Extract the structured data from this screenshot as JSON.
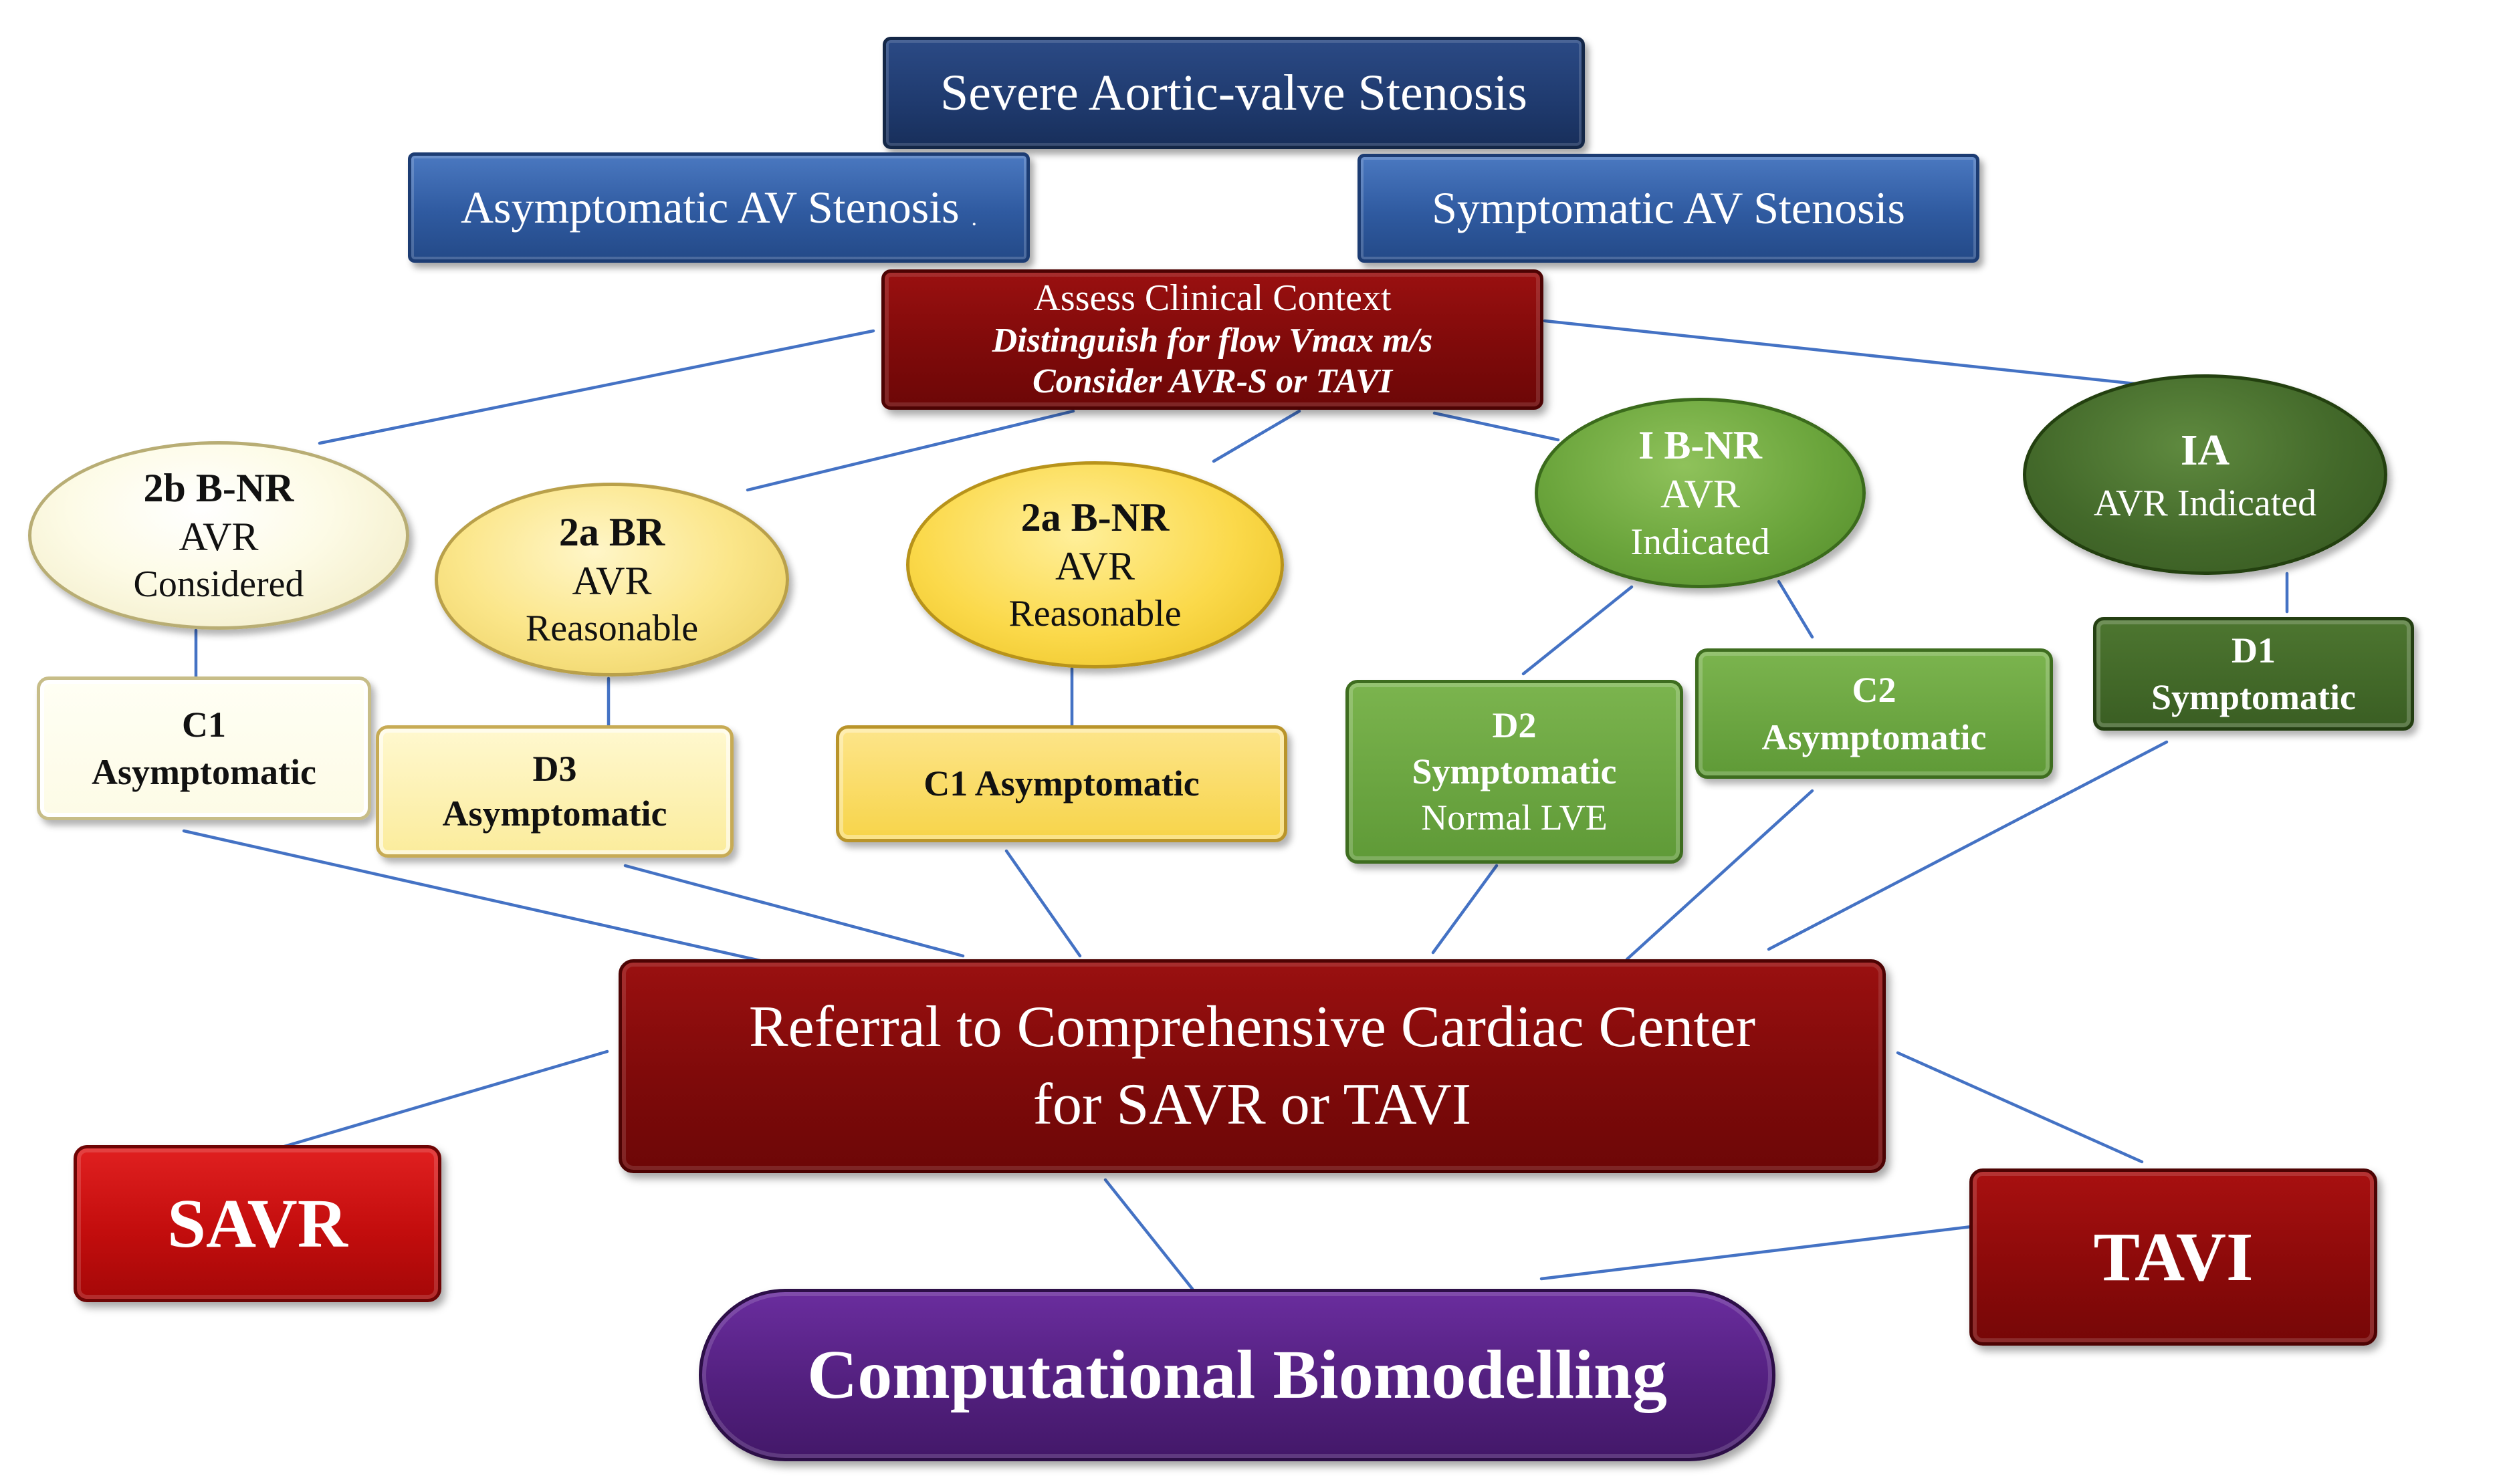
{
  "colors": {
    "connector": "#4472c4",
    "navy": "#1f3a6e",
    "blue": "#2f5aa0",
    "maroon": "#7f0a0a",
    "red": "#c30d0d",
    "purple": "#53207f",
    "cream": "#fdfbe6",
    "yellow": "#fbe68a",
    "gold": "#fbd94a",
    "green": "#6ba53c",
    "dark_green": "#43692a"
  },
  "header": {
    "title": "Severe Aortic-valve Stenosis",
    "asymptomatic": "Asymptomatic AV Stenosis",
    "asymptomatic_dot": ".",
    "symptomatic": "Symptomatic AV Stenosis"
  },
  "assess": {
    "line1": "Assess Clinical Context",
    "line2": "Distinguish for flow Vmax m/s",
    "line3": "Consider AVR-S or TAVI"
  },
  "recommendations": [
    {
      "grade": "2b B-NR",
      "line2": "AVR",
      "line3": "Considered"
    },
    {
      "grade": "2a BR",
      "line2": "AVR",
      "line3": "Reasonable"
    },
    {
      "grade": "2a B-NR",
      "line2": "AVR",
      "line3": "Reasonable"
    },
    {
      "grade": "I B-NR",
      "line2": "AVR",
      "line3": "Indicated"
    },
    {
      "grade": "IA",
      "line2": "AVR Indicated"
    }
  ],
  "stages": [
    {
      "line1": "C1",
      "line2": "Asymptomatic"
    },
    {
      "line1": "D3",
      "line2": "Asymptomatic"
    },
    {
      "line1": "C1 Asymptomatic"
    },
    {
      "line1": "D2",
      "line2": "Symptomatic",
      "line3": "Normal LVE"
    },
    {
      "line1": "C2",
      "line2": "Asymptomatic"
    },
    {
      "line1": "D1",
      "line2": "Symptomatic"
    }
  ],
  "referral": {
    "line1": "Referral to Comprehensive Cardiac Center",
    "line2": "for SAVR or TAVI"
  },
  "outcomes": {
    "savr": "SAVR",
    "tavi": "TAVI",
    "biomodelling": "Computational Biomodelling"
  }
}
